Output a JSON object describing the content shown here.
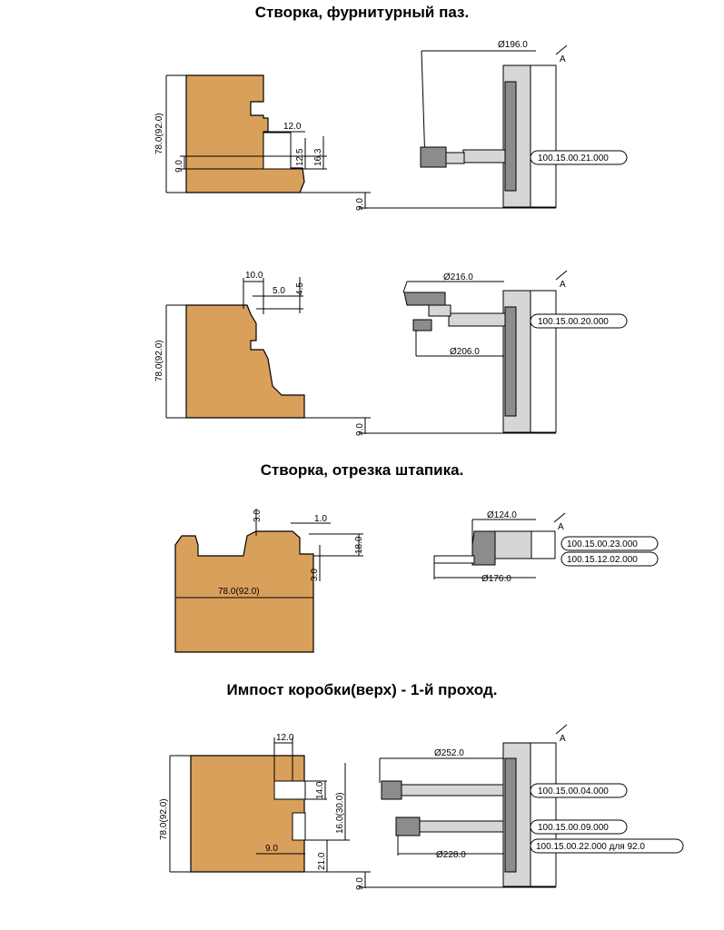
{
  "sections": [
    {
      "title": "Створка, фурнитурный паз."
    },
    {
      "title": "Створка, отрезка штапика."
    },
    {
      "title": "Импост коробки(верх) - 1-й проход."
    }
  ],
  "d1": {
    "height": "78.0(92.0)",
    "a": "9.0",
    "groove_w": "12.0",
    "b": "12.5",
    "c": "16.3",
    "base": "9.0",
    "dia": "Ø196.0",
    "code": "100.15.00.21.000"
  },
  "d2": {
    "height": "78.0(92.0)",
    "a": "10.0",
    "b": "5.0",
    "c": "4.5",
    "base": "9.0",
    "dia1": "Ø216.0",
    "dia2": "Ø206.0",
    "code": "100.15.00.20.000"
  },
  "d3": {
    "width": "78.0(92.0)",
    "a": "3.0",
    "b": "1.0",
    "c": "18.0",
    "d": "3.0",
    "dia1": "Ø124.0",
    "dia2": "Ø176.0",
    "code1": "100.15.00.23.000",
    "code2": "100.15.12.02.000"
  },
  "d4": {
    "height": "78.0(92.0)",
    "a": "12.0",
    "b": "14.0",
    "c": "16.0(30.0)",
    "d": "21.0",
    "e": "9.0",
    "base": "9.0",
    "dia1": "Ø252.0",
    "dia2": "Ø228.0",
    "code1": "100.15.00.04.000",
    "code2": "100.15.00.09.000",
    "code3": "100.15.00.22.000 для 92.0"
  }
}
